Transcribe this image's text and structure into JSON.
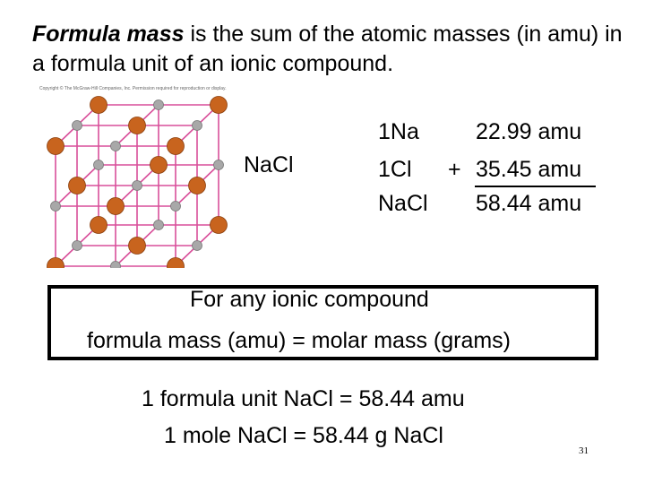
{
  "title": {
    "emphasis": "Formula mass",
    "rest": " is the sum of the atomic masses (in amu) in a formula unit of an ionic compound."
  },
  "figure": {
    "copyright": "Copyright © The McGraw-Hill Companies, Inc. Permission required for reproduction or display.",
    "label": "NaCl"
  },
  "calculation": {
    "rows": [
      {
        "name": "1Na",
        "operator": "",
        "value": "22.99 amu"
      },
      {
        "name": "1Cl",
        "operator": "+",
        "value": "35.45 amu"
      },
      {
        "name": "NaCl",
        "operator": "",
        "value": "58.44 amu"
      }
    ]
  },
  "box": {
    "line1": "For any ionic compound",
    "line2": "formula mass (amu) = molar mass (grams)"
  },
  "equations": {
    "line1": "1 formula unit NaCl = 58.44 amu",
    "line2": "1 mole NaCl = 58.44 g NaCl"
  },
  "page_number": "31",
  "colors": {
    "chloride": "#c8641e",
    "sodium": "#a8a8a8",
    "bond": "#d94f9a"
  }
}
